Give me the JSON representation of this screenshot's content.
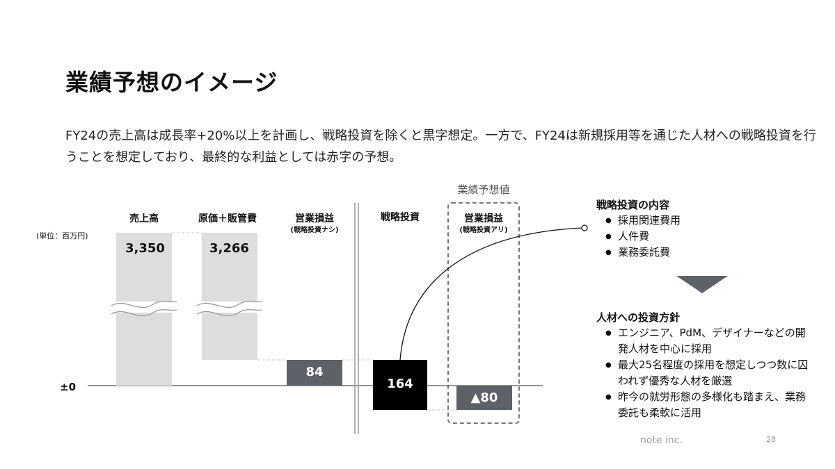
{
  "slide": {
    "title": "業績予想のイメージ",
    "description": "FY24の売上高は成長率+20%以上を計画し、戦略投資を除くと黒字想定。一方で、FY24は新規採用等を通じた人材への戦略投資を行うことを想定しており、最終的な利益としては赤字の予想。",
    "footer": "note inc.",
    "page_number": "28"
  },
  "chart_data": {
    "type": "bar",
    "unit": "(単位：百万円)",
    "zero_label": "±0",
    "forecast_label": "業績予想値",
    "categories": [
      {
        "name": "売上高",
        "sub": "",
        "value": 3350,
        "label": "3,350",
        "color": "#dcdddf"
      },
      {
        "name": "原価＋販管費",
        "sub": "",
        "value": 3266,
        "label": "3,266",
        "color": "#dcdddf"
      },
      {
        "name": "営業損益",
        "sub": "(戦略投資ナシ)",
        "value": 84,
        "label": "84",
        "color": "#5d6268"
      },
      {
        "name": "戦略投資",
        "sub": "",
        "value": 164,
        "label": "164",
        "color": "#000000"
      },
      {
        "name": "営業損益",
        "sub": "(戦略投資アリ)",
        "value": -80,
        "label": "▲80",
        "color": "#5d6268"
      }
    ]
  },
  "side_panel": {
    "section1": {
      "heading": "戦略投資の内容",
      "items": [
        "採用関連費用",
        "人件費",
        "業務委託費"
      ]
    },
    "section2": {
      "heading": "人材への投資方針",
      "items": [
        "エンジニア、PdM、デザイナーなどの開発人材を中心に採用",
        "最大25名程度の採用を想定しつつ数に囚われず優秀な人材を厳選",
        "昨今の就労形態の多様化も踏まえ、業務委託も柔軟に活用"
      ]
    }
  }
}
